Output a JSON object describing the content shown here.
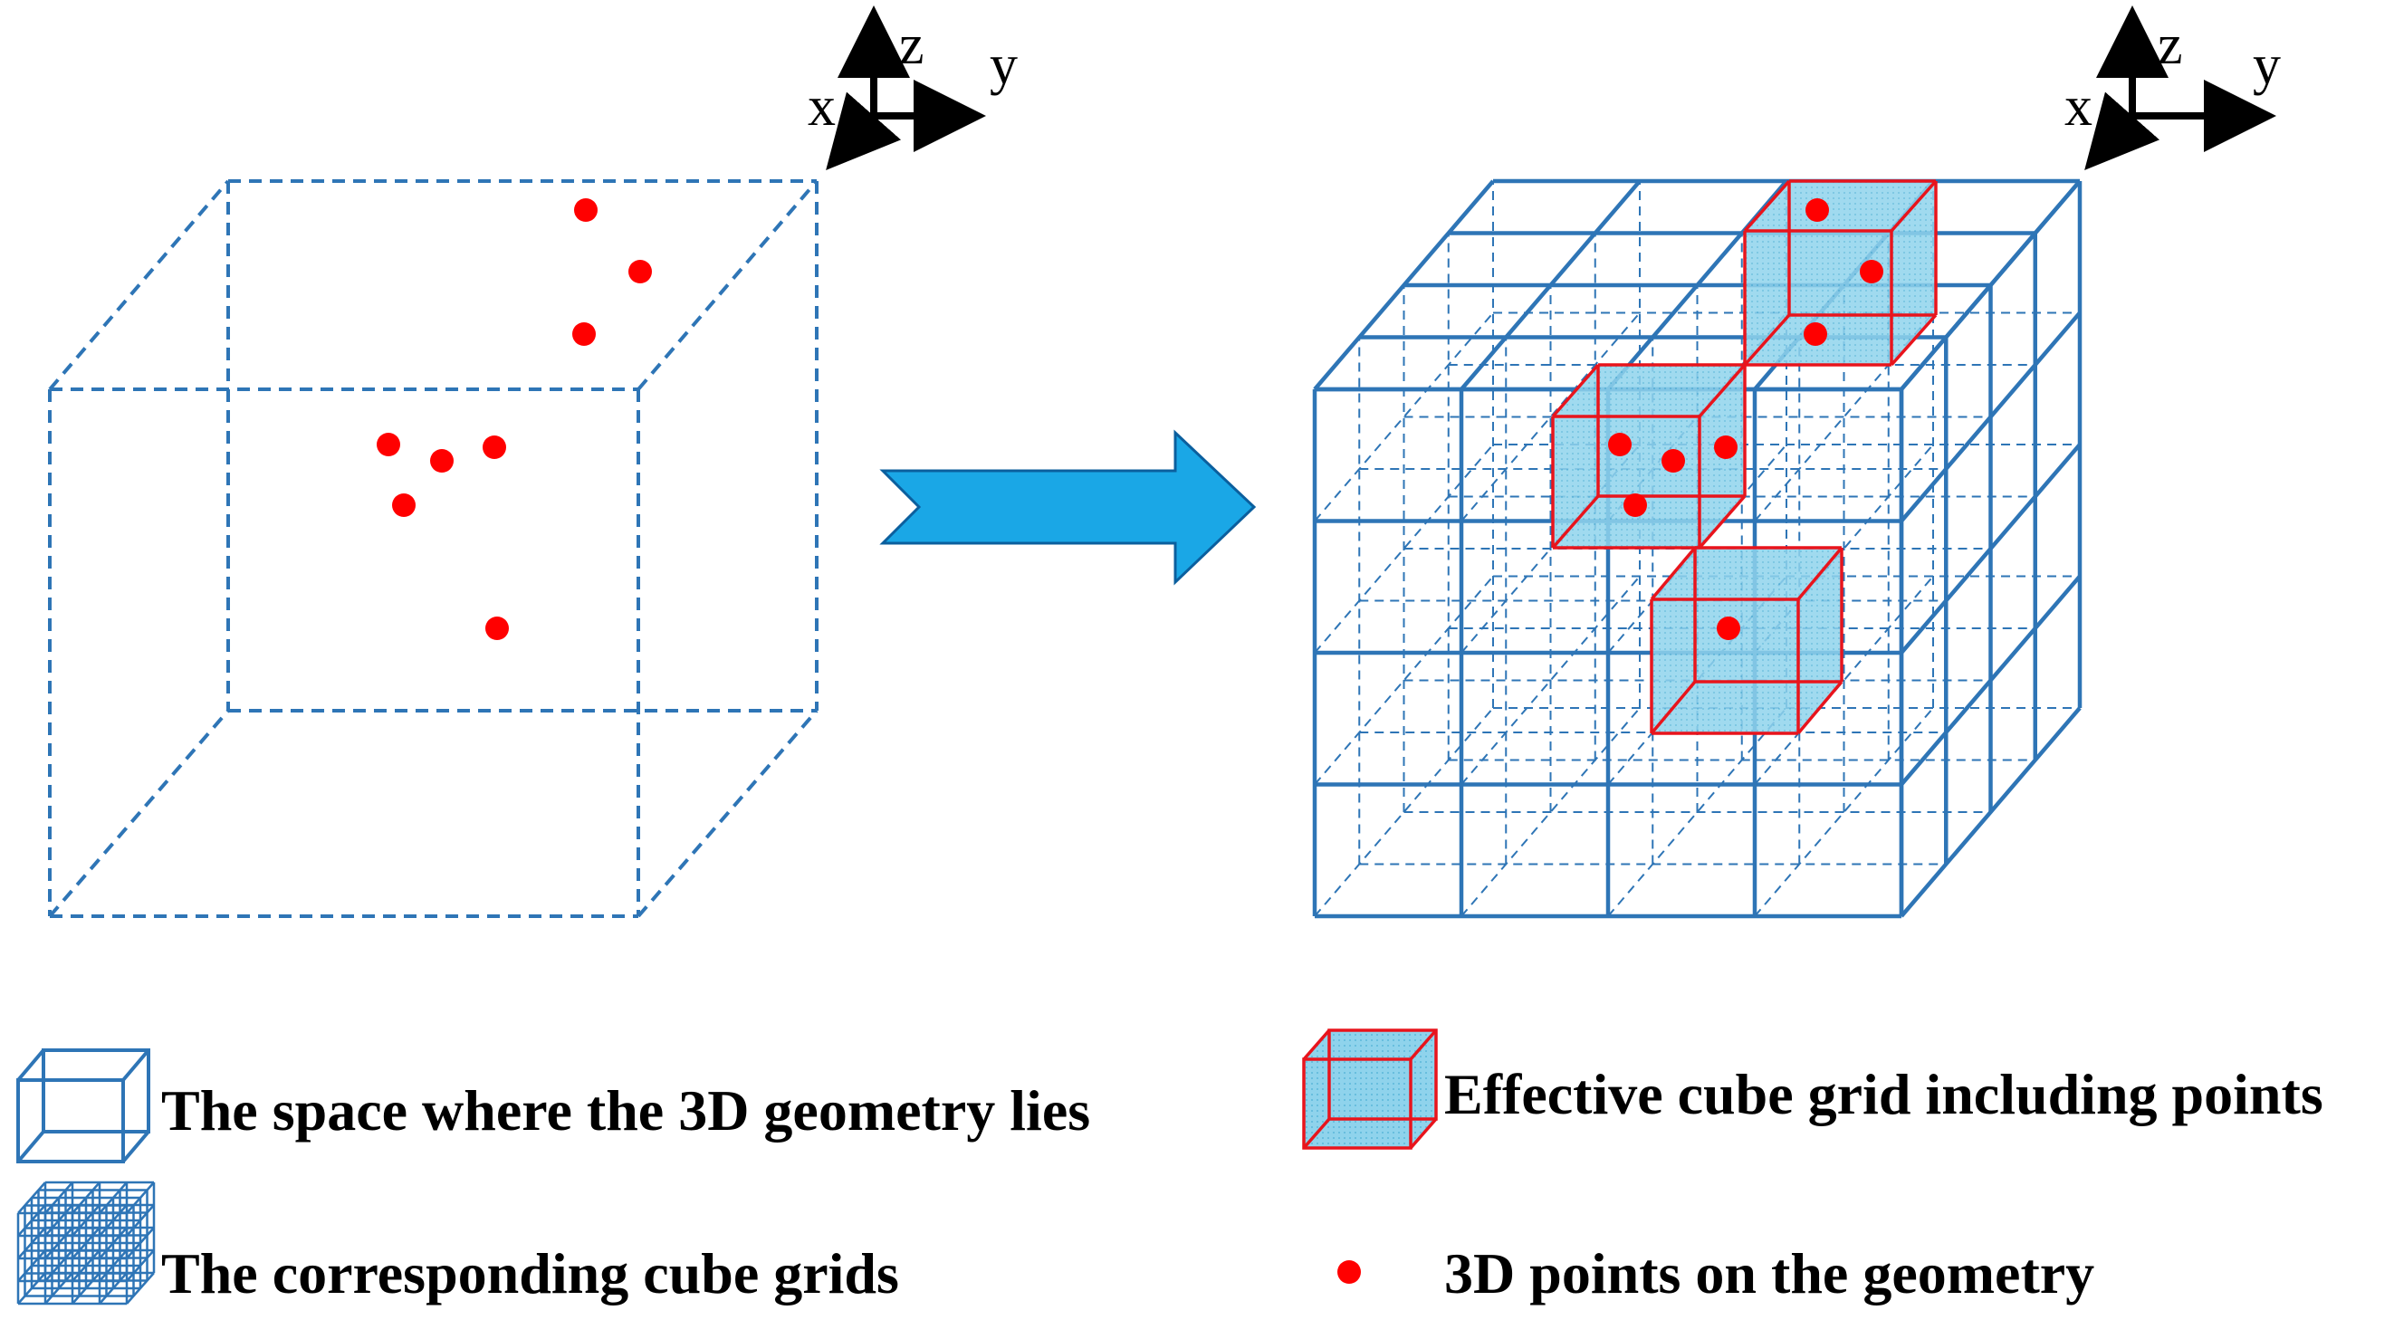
{
  "axes_labels": {
    "x": "x",
    "y": "y",
    "z": "z"
  },
  "legend": {
    "space": "The space where the 3D geometry lies",
    "grids": "The corresponding cube grids",
    "effective": "Effective cube grid including points",
    "points": "3D points on the geometry"
  },
  "colors": {
    "cube_line": "#2E75B6",
    "grid_line": "#2E75B6",
    "effective_line": "#E8141C",
    "effective_fill": "#8FD3EC",
    "point": "#FF0000",
    "arrow": "#1AA7E6",
    "axes": "#000000"
  }
}
